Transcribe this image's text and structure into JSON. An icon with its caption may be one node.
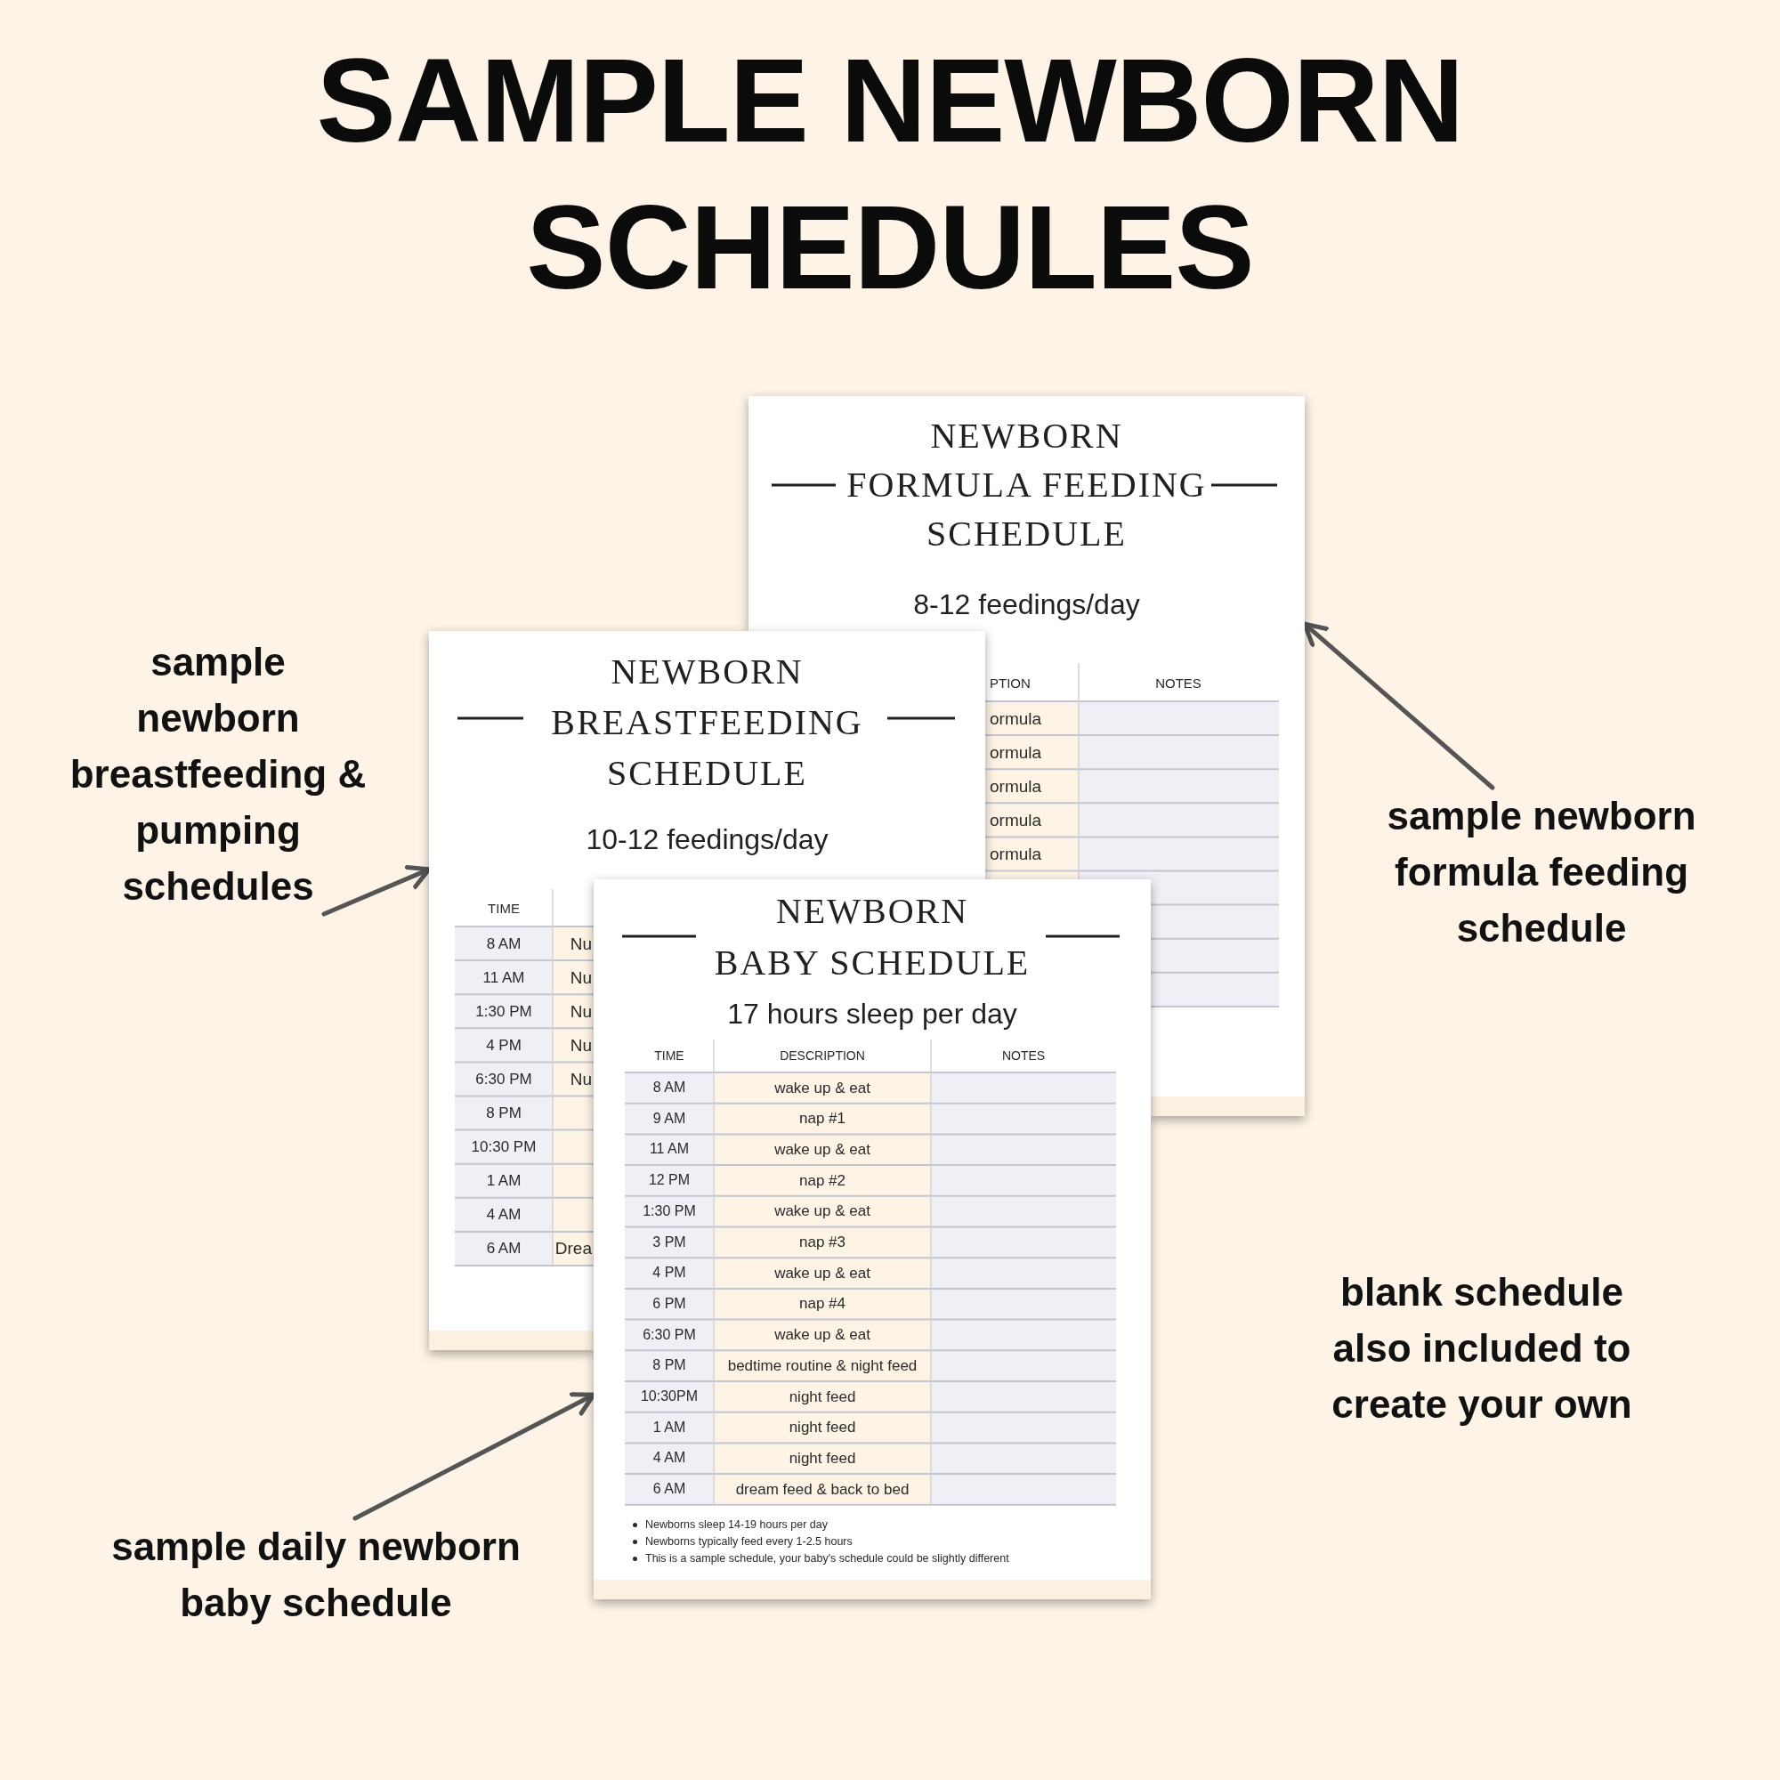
{
  "diagram": {
    "title": "SAMPLE NEWBORN SCHEDULES",
    "nodes": [
      {
        "text": [
          "NEWBORN FORMULA FEEDING SCHEDULE",
          "8-12 feedings/day"
        ]
      },
      {
        "text": [
          "NEWBORN BREASTFEEDING SCHEDULE",
          "10-12 feedings/day"
        ]
      },
      {
        "text": [
          "NEWBORN BABY SCHEDULE",
          "17 hours sleep per day"
        ]
      },
      {
        "text": [
          "sample newborn breastfeeding & pumping schedules"
        ]
      },
      {
        "text": [
          "sample newborn formula feeding schedule"
        ]
      },
      {
        "text": [
          "sample daily newborn baby schedule"
        ]
      }
    ],
    "edges": [
      {
        "from": 3,
        "to": 1,
        "arrow": "to"
      },
      {
        "from": 4,
        "to": 0,
        "arrow": "to"
      },
      {
        "from": 5,
        "to": 2,
        "arrow": "to"
      }
    ],
    "labels": [
      "PTION",
      "NOTES",
      "ormula",
      "ormula",
      "ormula",
      "ormula",
      "ormula",
      "TIME",
      "8 AM",
      "Nu",
      "11 AM",
      "Nu",
      "1:30 PM",
      "Nu",
      "4 PM",
      "Nu",
      "6:30 PM",
      "Nu",
      "8 PM",
      "10:30 PM",
      "1 AM",
      "4 AM",
      "6 AM",
      "Drea",
      "TIME",
      "DESCRIPTION",
      "NOTES",
      "8 AM",
      "wake up & eat",
      "9 AM",
      "nap #1",
      "11 AM",
      "wake up & eat",
      "12 PM",
      "nap #2",
      "1:30 PM",
      "wake up & eat",
      "3 PM",
      "nap #3",
      "4 PM",
      "wake up & eat",
      "6 PM",
      "nap #4",
      "6:30 PM",
      "wake up & eat",
      "8 PM",
      "bedtime routine & night feed",
      "10:30PM",
      "night feed",
      "1 AM",
      "night feed",
      "4 AM",
      "night feed",
      "6 AM",
      "dream feed & back to bed",
      "Newborns sleep 14-19 hours per day",
      "Newborns typically feed every 1-2.5 hours",
      "This is a sample schedule, your baby's schedule could be slightly different",
      "blank schedule also included to create your own"
    ]
  }
}
